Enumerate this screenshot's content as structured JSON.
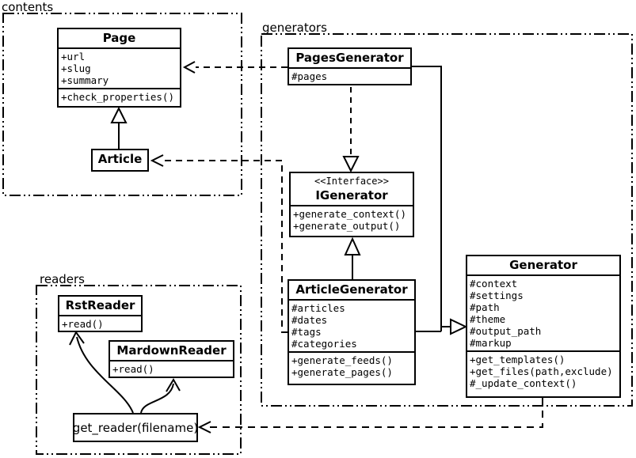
{
  "packages": {
    "contents": {
      "label": "contents"
    },
    "generators": {
      "label": "generators"
    },
    "readers": {
      "label": "readers"
    }
  },
  "classes": {
    "page": {
      "name": "Page",
      "attributes": [
        "+url",
        "+slug",
        "+summary"
      ],
      "methods": [
        "+check_properties()"
      ]
    },
    "article": {
      "name": "Article"
    },
    "pages_generator": {
      "name": "PagesGenerator",
      "attributes": [
        "#pages"
      ]
    },
    "igenerator": {
      "stereotype": "<<Interface>>",
      "name": "IGenerator",
      "methods": [
        "+generate_context()",
        "+generate_output()"
      ]
    },
    "article_generator": {
      "name": "ArticleGenerator",
      "attributes": [
        "#articles",
        "#dates",
        "#tags",
        "#categories"
      ],
      "methods": [
        "+generate_feeds()",
        "+generate_pages()"
      ]
    },
    "generator": {
      "name": "Generator",
      "attributes": [
        "#context",
        "#settings",
        "#path",
        "#theme",
        "#output_path",
        "#markup"
      ],
      "methods": [
        "+get_templates()",
        "+get_files(path,exclude)",
        "#_update_context()"
      ]
    },
    "rst_reader": {
      "name": "RstReader",
      "methods": [
        "+read()"
      ]
    },
    "mardown_reader": {
      "name": "MardownReader",
      "methods": [
        "+read()"
      ]
    },
    "get_reader": {
      "label": "get_reader(filename)"
    }
  },
  "relationships": [
    {
      "from": "Article",
      "to": "Page",
      "type": "generalization",
      "line": "solid"
    },
    {
      "from": "PagesGenerator",
      "to": "Page",
      "type": "dependency",
      "line": "dashed"
    },
    {
      "from": "ArticleGenerator",
      "to": "Article",
      "type": "dependency",
      "line": "dashed"
    },
    {
      "from": "PagesGenerator",
      "to": "IGenerator",
      "type": "realization",
      "line": "dashed"
    },
    {
      "from": "ArticleGenerator",
      "to": "IGenerator",
      "type": "generalization",
      "line": "solid"
    },
    {
      "from": "PagesGenerator",
      "to": "Generator",
      "type": "generalization",
      "line": "solid"
    },
    {
      "from": "ArticleGenerator",
      "to": "Generator",
      "type": "generalization",
      "line": "solid"
    },
    {
      "from": "Generator",
      "to": "get_reader(filename)",
      "type": "dependency",
      "line": "dashed"
    },
    {
      "from": "get_reader(filename)",
      "to": "RstReader",
      "type": "call-arrow",
      "line": "curved"
    },
    {
      "from": "get_reader(filename)",
      "to": "MardownReader",
      "type": "call-arrow",
      "line": "curved"
    }
  ],
  "colors": {
    "line": "#000000",
    "text": "#000000",
    "box_fill": "#ffffff",
    "background": "#ffffff"
  }
}
